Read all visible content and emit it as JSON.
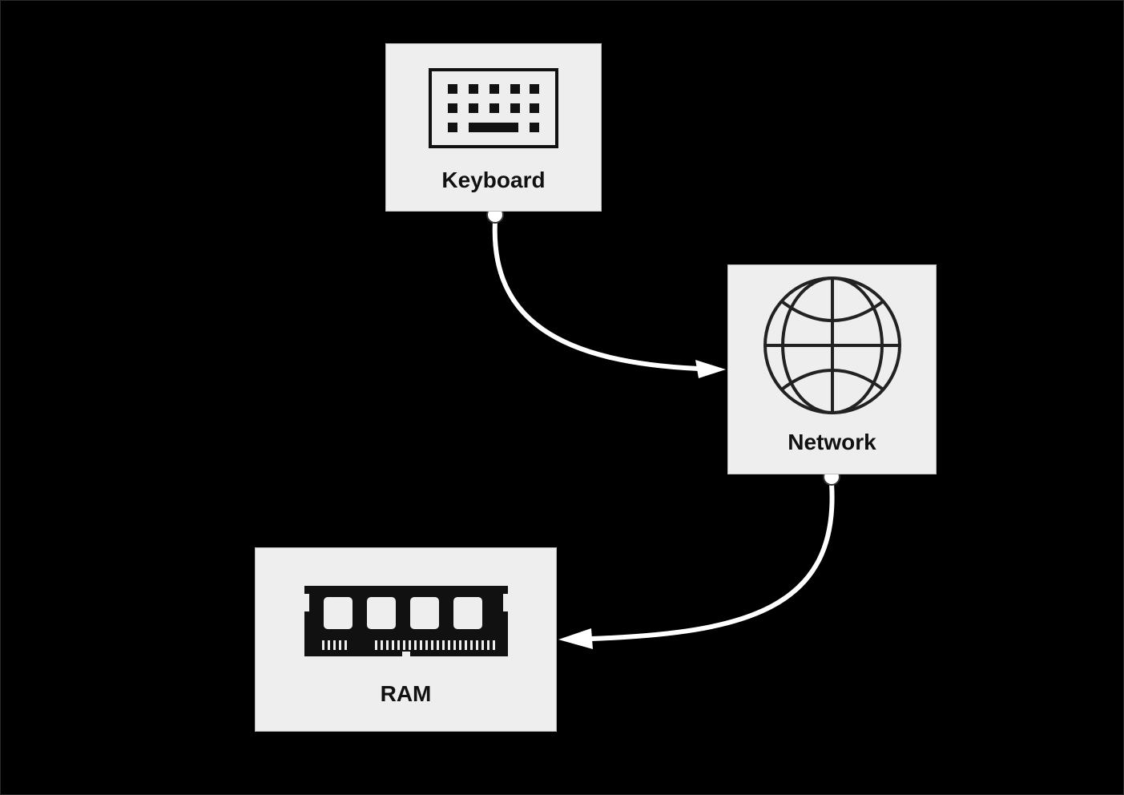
{
  "diagram": {
    "nodes": [
      {
        "id": "keyboard",
        "label": "Keyboard",
        "icon": "keyboard-icon"
      },
      {
        "id": "network",
        "label": "Network",
        "icon": "globe-icon"
      },
      {
        "id": "ram",
        "label": "RAM",
        "icon": "ram-module-icon"
      }
    ],
    "edges": [
      {
        "from": "keyboard",
        "to": "network",
        "style": "curved-arrow"
      },
      {
        "from": "network",
        "to": "ram",
        "style": "curved-arrow"
      }
    ],
    "colors": {
      "background": "#000000",
      "node_fill": "#eeeeee",
      "edge": "#ffffff",
      "icon": "#111111"
    }
  }
}
